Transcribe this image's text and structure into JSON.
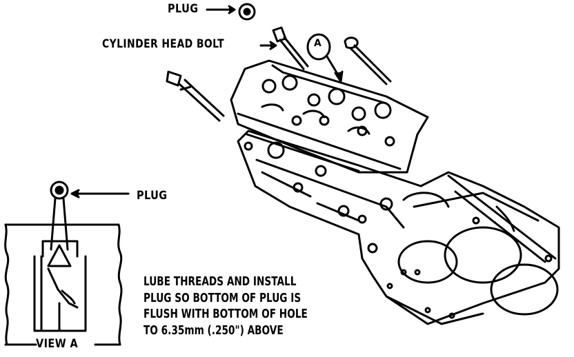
{
  "labels": {
    "plug_top": "PLUG",
    "cylinder_head_bolt": "CYLINDER HEAD BOLT",
    "callout": "A",
    "plug_detail": "PLUG",
    "view": "VIEW A"
  },
  "note_lines": [
    "LUBE THREADS AND INSTALL",
    "PLUG SO BOTTOM OF PLUG IS",
    "FLUSH WITH BOTTOM OF HOLE",
    "TO 6.35mm (.250\") ABOVE"
  ],
  "colors": {
    "ink": "#000000",
    "paper": "#ffffff"
  }
}
